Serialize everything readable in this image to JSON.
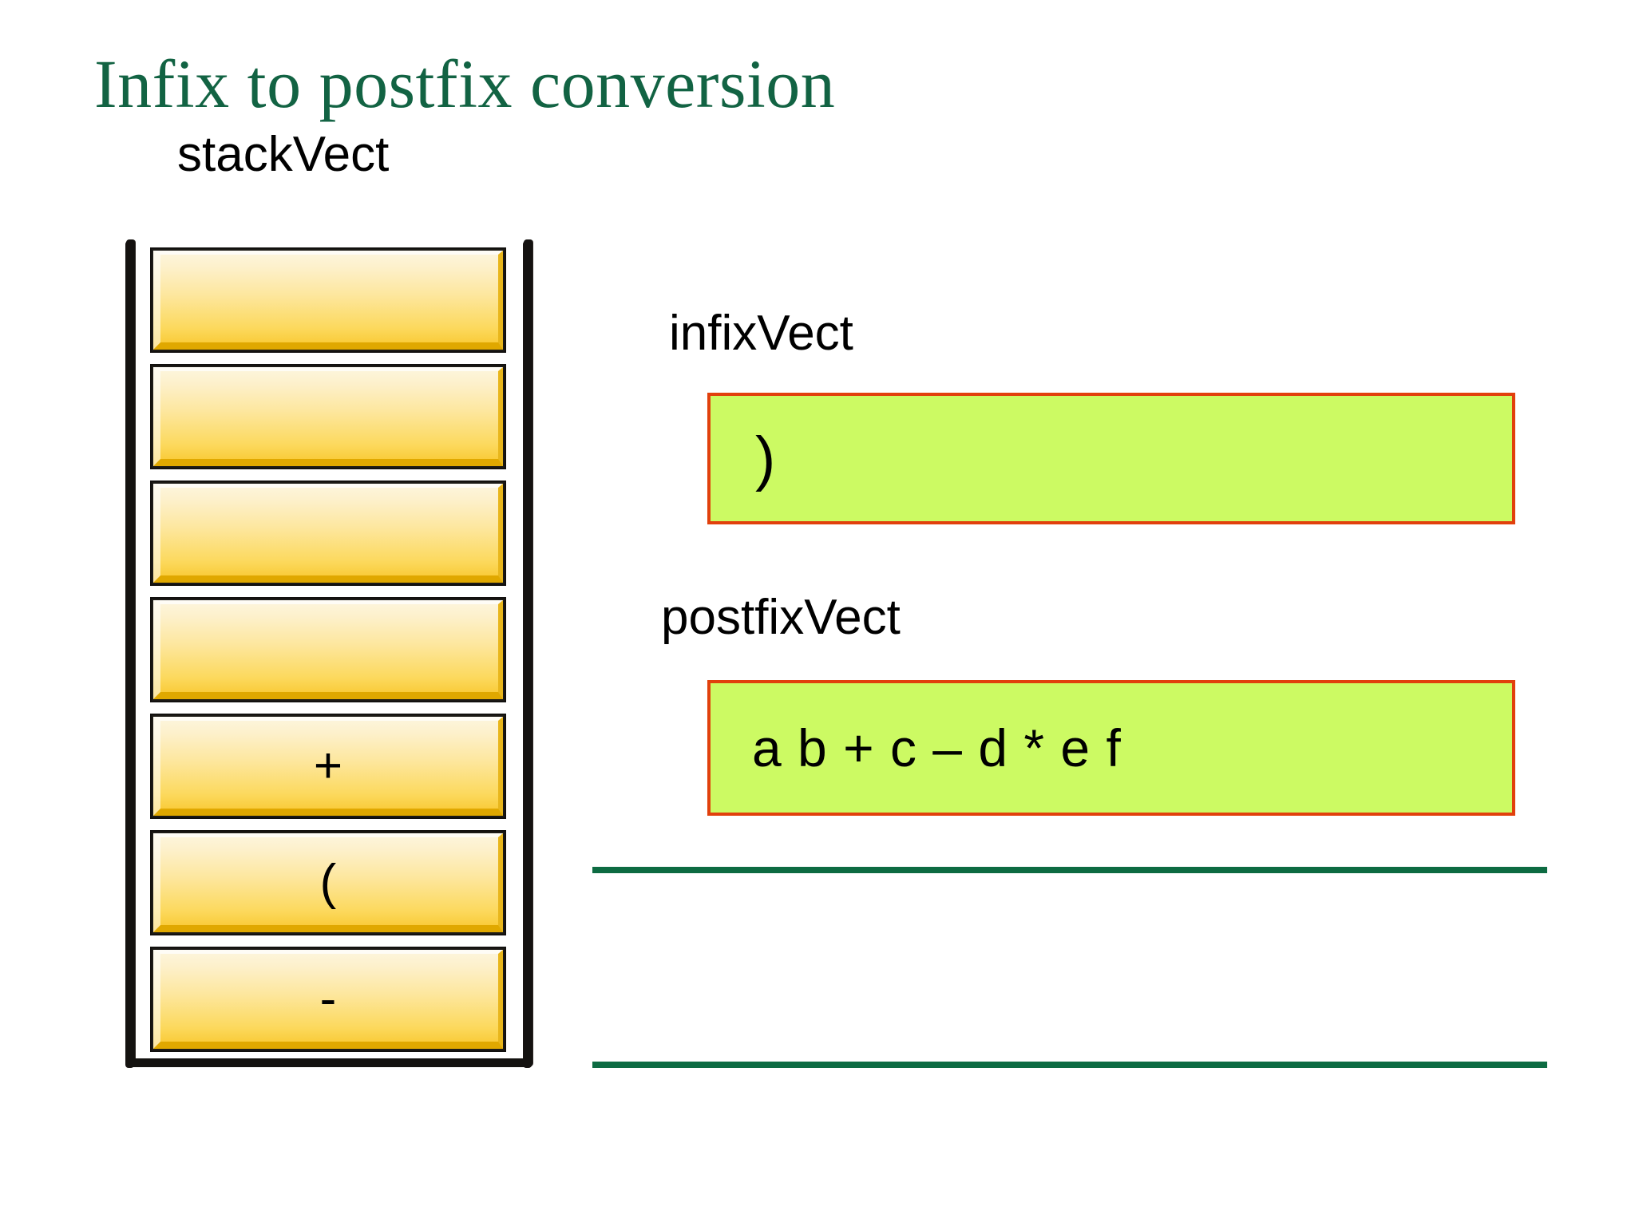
{
  "slide": {
    "title": "Infix to postfix conversion",
    "title_color": "#126343"
  },
  "stack": {
    "label": "stackVect",
    "cell_count": 7,
    "cells": [
      {
        "index": 0,
        "value": ""
      },
      {
        "index": 1,
        "value": ""
      },
      {
        "index": 2,
        "value": ""
      },
      {
        "index": 3,
        "value": ""
      },
      {
        "index": 4,
        "value": "+"
      },
      {
        "index": 5,
        "value": "("
      },
      {
        "index": 6,
        "value": "-"
      }
    ],
    "cell_fill_top": "#fdf6df",
    "cell_fill_bottom": "#f8c62a",
    "wall_color": "#141210"
  },
  "infix": {
    "label": "infixVect",
    "value": ")",
    "box_fill": "#ccfa63",
    "box_border": "#e1400c"
  },
  "postfix": {
    "label": "postfixVect",
    "value": "a b + c – d * e f",
    "box_fill": "#ccfa63",
    "box_border": "#e1400c"
  },
  "rules": {
    "color": "#0d6b42",
    "count": 2
  }
}
